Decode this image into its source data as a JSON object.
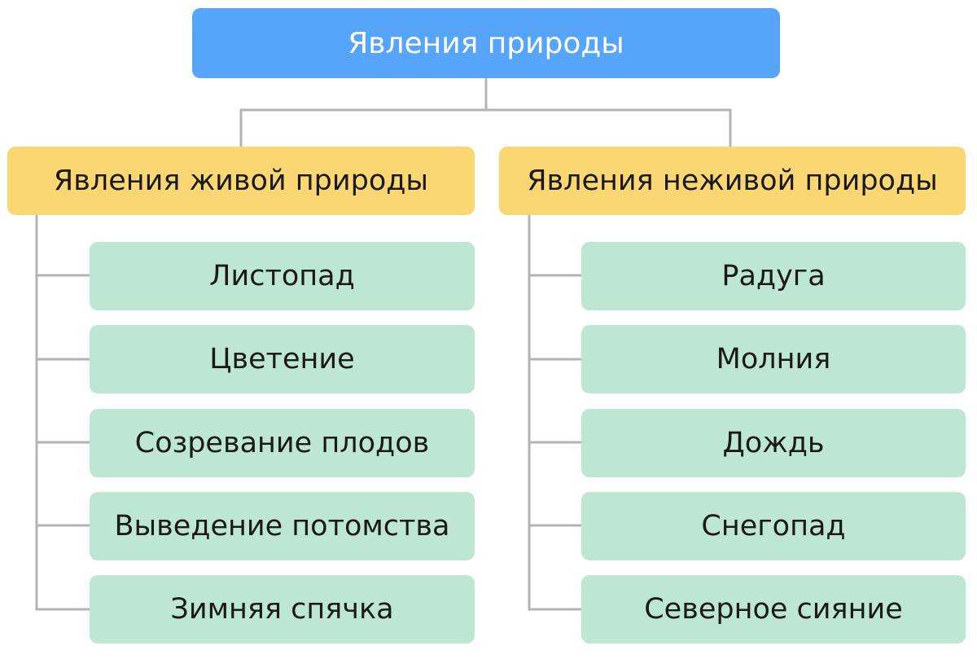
{
  "root": {
    "label": "Явления природы"
  },
  "branches": [
    {
      "label": "Явления живой природы",
      "items": [
        "Листопад",
        "Цветение",
        "Созревание плодов",
        "Выведение потомства",
        "Зимняя спячка"
      ]
    },
    {
      "label": "Явления неживой природы",
      "items": [
        "Радуга",
        "Молния",
        "Дождь",
        "Снегопад",
        "Северное сияние"
      ]
    }
  ],
  "colors": {
    "root": "#57a4fb",
    "branch": "#fbd774",
    "item": "#bde7d3",
    "connector": "#b3b3b3"
  }
}
